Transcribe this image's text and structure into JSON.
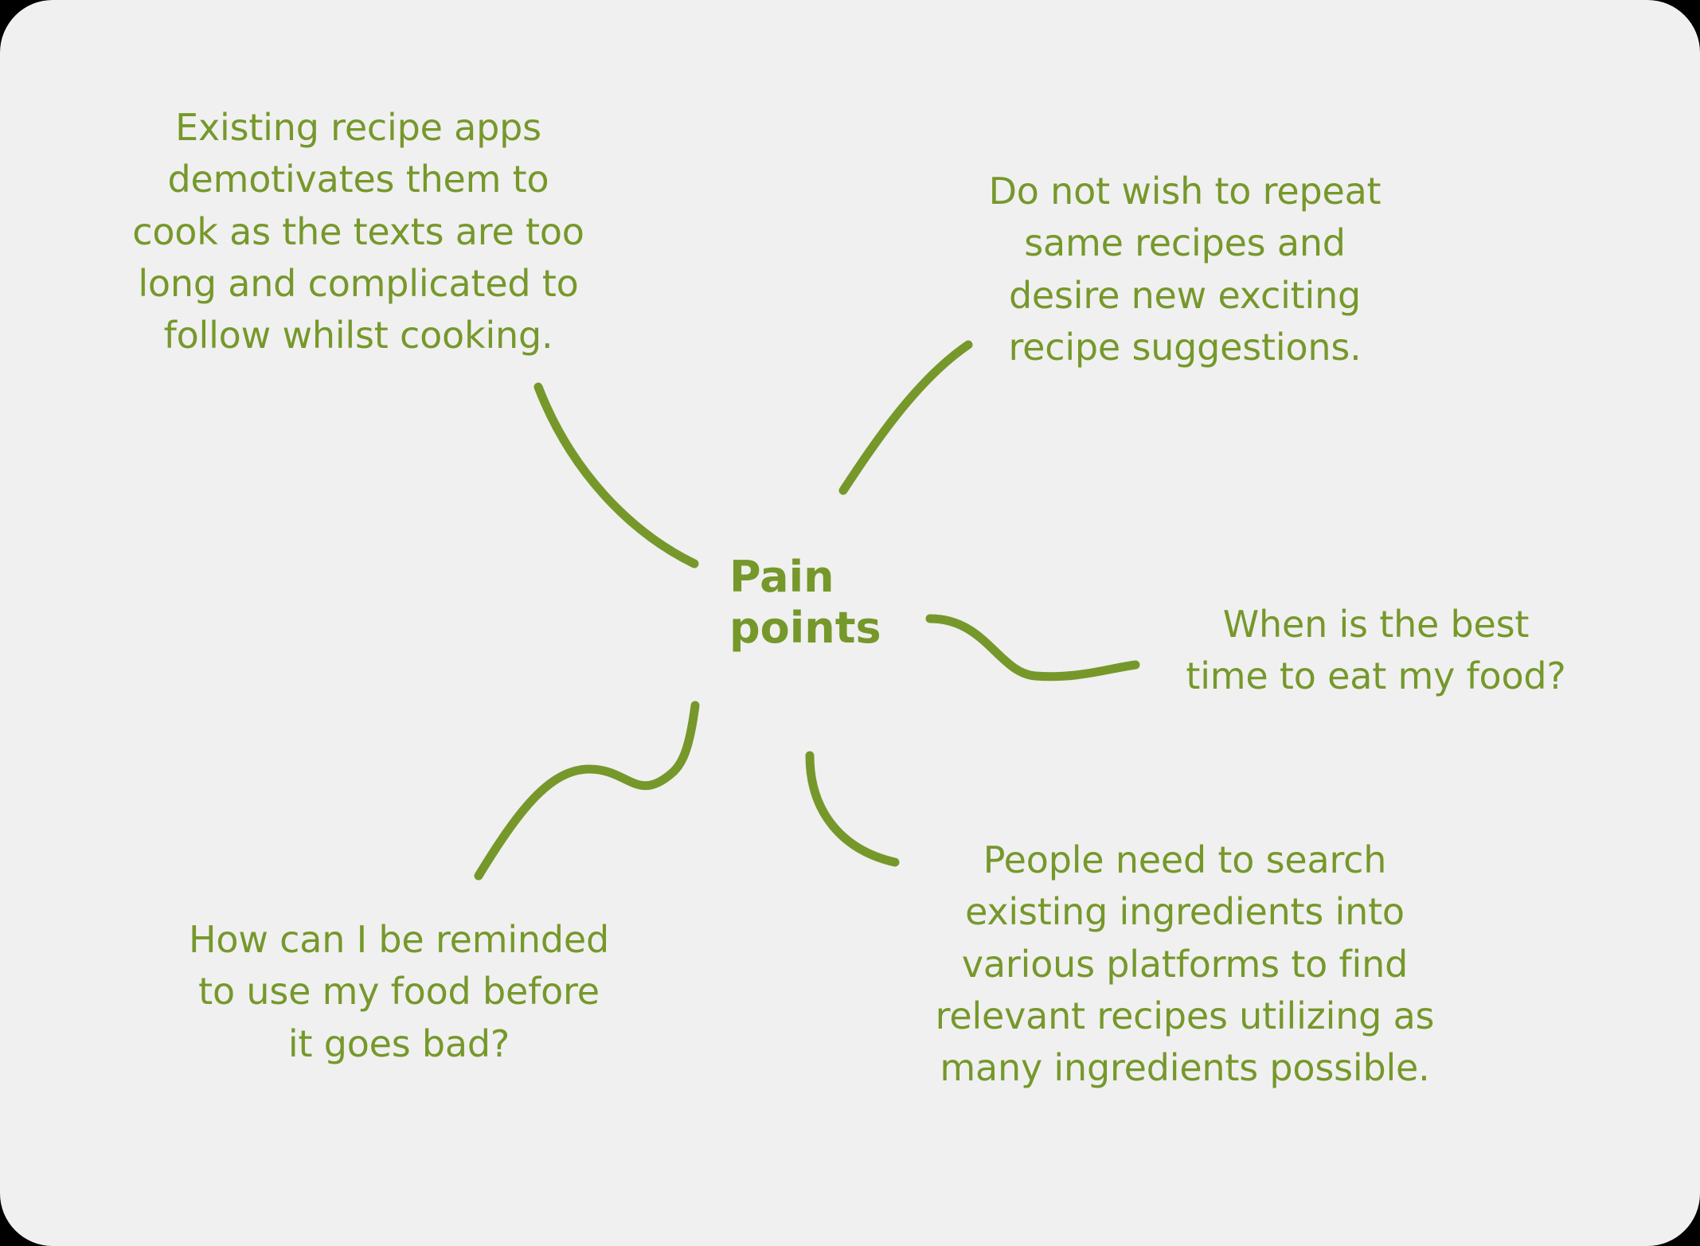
{
  "diagram": {
    "type": "mind-map",
    "background_color": "#F0F0F0",
    "accent_color": "#76982B",
    "center": {
      "label": "Pain\npoints"
    },
    "nodes": [
      {
        "id": "topleft",
        "position": "top-left",
        "text": "Existing recipe apps\ndemotivates them to\ncook as the texts are too\nlong and complicated to\nfollow whilst cooking."
      },
      {
        "id": "topright",
        "position": "top-right",
        "text": "Do not wish to repeat\nsame recipes and\ndesire new exciting\nrecipe suggestions."
      },
      {
        "id": "right",
        "position": "right",
        "text": "When is the best\ntime to eat my food?"
      },
      {
        "id": "bottomright",
        "position": "bottom-right",
        "text": "People need to search\nexisting ingredients into\nvarious platforms to find\nrelevant recipes utilizing as\nmany ingredients possible."
      },
      {
        "id": "bottomleft",
        "position": "bottom-left",
        "text": "How can I be reminded\nto use my food before\nit goes bad?"
      }
    ],
    "connectors": [
      {
        "id": "connector-topleft",
        "to": "topleft"
      },
      {
        "id": "connector-topright",
        "to": "topright"
      },
      {
        "id": "connector-right",
        "to": "right"
      },
      {
        "id": "connector-bottomright",
        "to": "bottomright"
      },
      {
        "id": "connector-bottomleft",
        "to": "bottomleft"
      }
    ]
  }
}
